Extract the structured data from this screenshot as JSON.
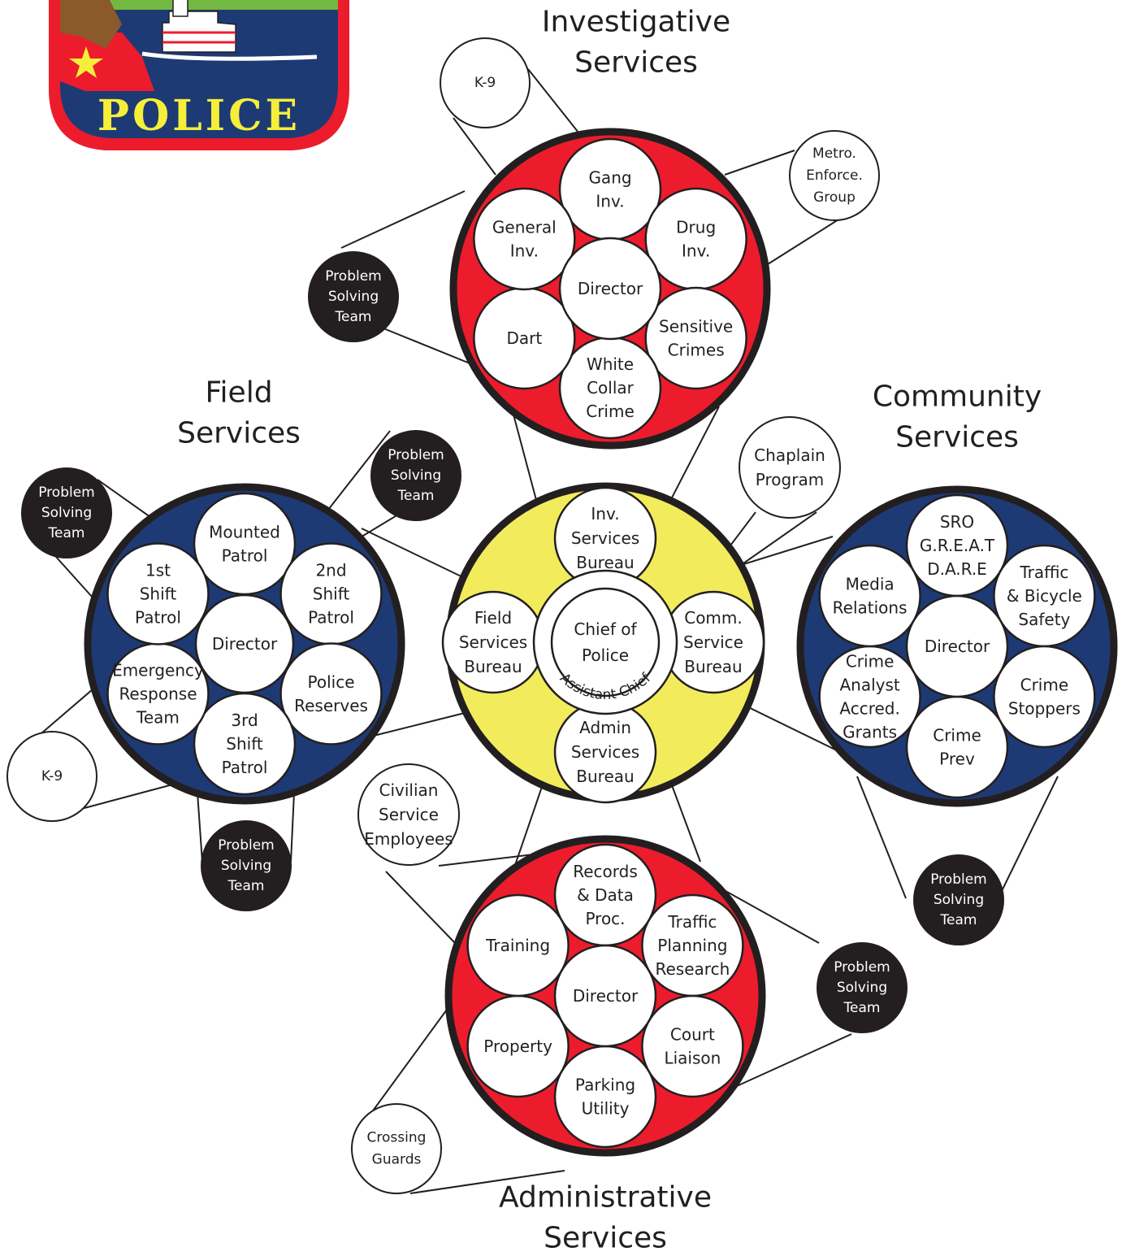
{
  "badge": {
    "text": "POLICE"
  },
  "colors": {
    "red": "#ec1c2d",
    "navy": "#1e3a74",
    "yellow": "#f2ec5d",
    "black": "#231f20",
    "white": "#ffffff",
    "badge_green": "#73b840",
    "badge_gold": "#f5ef3a",
    "badge_brown": "#8a5a2b"
  },
  "center": {
    "chief": [
      "Chief of",
      "Police"
    ],
    "assistant": "Assistant Chief",
    "bureaus": {
      "investigative": [
        "Inv.",
        "Services",
        "Bureau"
      ],
      "field": [
        "Field",
        "Services",
        "Bureau"
      ],
      "community": [
        "Comm.",
        "Service",
        "Bureau"
      ],
      "admin": [
        "Admin",
        "Services",
        "Bureau"
      ]
    }
  },
  "divisions": {
    "investigative": {
      "title": [
        "Investigative",
        "Services"
      ],
      "director": "Director",
      "units": [
        [
          "Gang",
          "Inv."
        ],
        [
          "Drug",
          "Inv."
        ],
        [
          "Sensitive",
          "Crimes"
        ],
        [
          "White",
          "Collar",
          "Crime"
        ],
        [
          "Dart"
        ],
        [
          "General",
          "Inv."
        ]
      ]
    },
    "field": {
      "title": [
        "Field",
        "Services"
      ],
      "director": "Director",
      "units": [
        [
          "Mounted",
          "Patrol"
        ],
        [
          "2nd",
          "Shift",
          "Patrol"
        ],
        [
          "Police",
          "Reserves"
        ],
        [
          "3rd",
          "Shift",
          "Patrol"
        ],
        [
          "Emergency",
          "Response",
          "Team"
        ],
        [
          "1st",
          "Shift",
          "Patrol"
        ]
      ]
    },
    "community": {
      "title": [
        "Community",
        "Services"
      ],
      "director": "Director",
      "units": [
        [
          "SRO",
          "G.R.E.A.T",
          "D.A.R.E"
        ],
        [
          "Traffic",
          "& Bicycle",
          "Safety"
        ],
        [
          "Crime",
          "Stoppers"
        ],
        [
          "Crime",
          "Prev"
        ],
        [
          "Crime",
          "Analyst",
          "Accred.",
          "Grants"
        ],
        [
          "Media",
          "Relations"
        ]
      ]
    },
    "administrative": {
      "title": [
        "Administrative",
        "Services"
      ],
      "director": "Director",
      "units": [
        [
          "Records",
          "& Data",
          "Proc."
        ],
        [
          "Traffic",
          "Planning",
          "Research"
        ],
        [
          "Court",
          "Liaison"
        ],
        [
          "Parking",
          "Utility"
        ],
        [
          "Property"
        ],
        [
          "Training"
        ]
      ]
    }
  },
  "satellites": {
    "k9_investigative": [
      "K-9"
    ],
    "metro_enforce": [
      "Metro.",
      "Enforce.",
      "Group"
    ],
    "pst_investigative": [
      "Problem",
      "Solving",
      "Team"
    ],
    "pst_field_upper": [
      "Problem",
      "Solving",
      "Team"
    ],
    "pst_field_left": [
      "Problem",
      "Solving",
      "Team"
    ],
    "k9_field": [
      "K-9"
    ],
    "pst_field_bottom": [
      "Problem",
      "Solving",
      "Team"
    ],
    "chaplain": [
      "Chaplain",
      "Program"
    ],
    "pst_community": [
      "Problem",
      "Solving",
      "Team"
    ],
    "civilian": [
      "Civilian",
      "Service",
      "Employees"
    ],
    "pst_admin": [
      "Problem",
      "Solving",
      "Team"
    ],
    "crossing": [
      "Crossing",
      "Guards"
    ]
  }
}
